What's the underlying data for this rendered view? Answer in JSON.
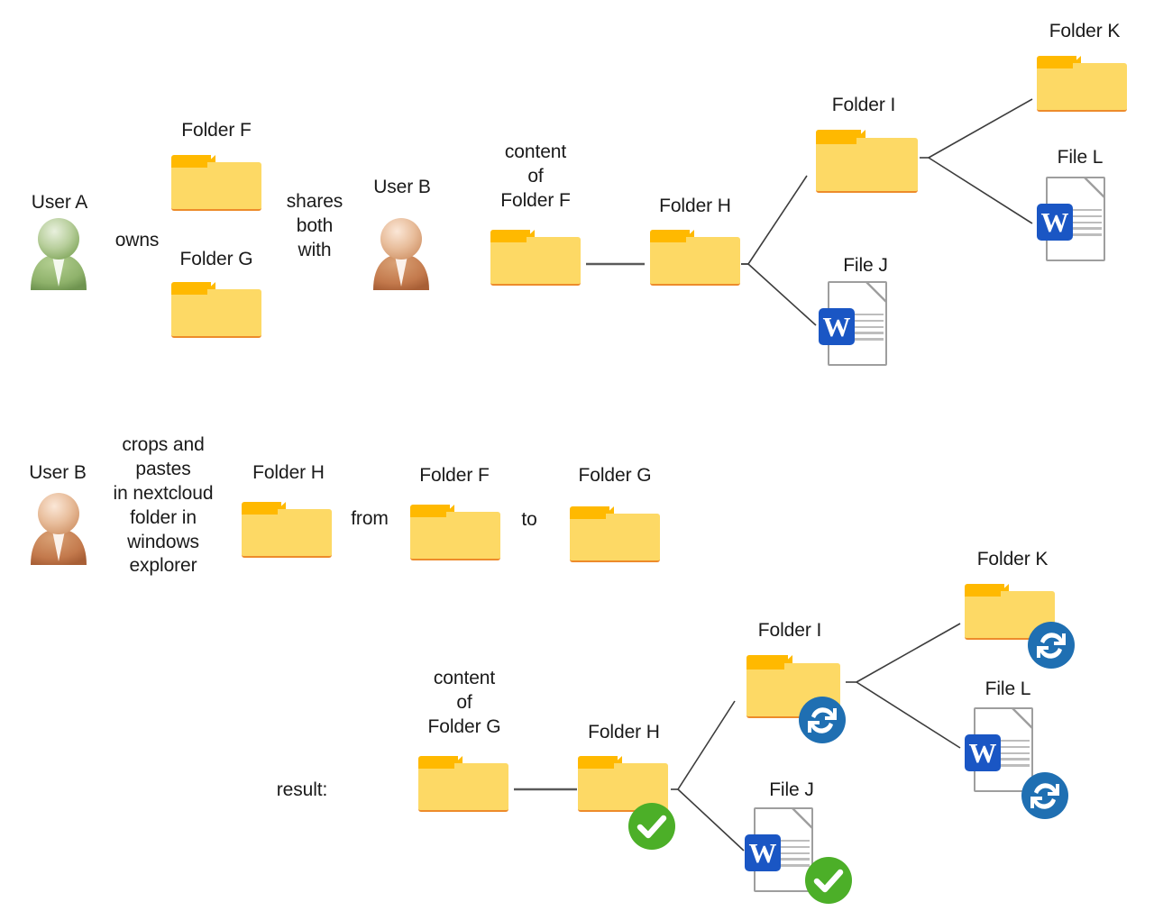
{
  "diagram": {
    "title": "Nextcloud share move behaviour diagram",
    "colors": {
      "folder_tab": "#ffb900",
      "folder_body": "#fdd965",
      "folder_edge": "#ed8b2b",
      "word_blue": "#1a56c4",
      "sync_blue": "#1f6fb2",
      "check_green": "#4caf28",
      "user_a_green": "#86a96a",
      "user_b_brown": "#c1794c",
      "connector": "#3c3c3c",
      "text": "#1a1a1a"
    },
    "row_top": {
      "user_a_label": "User A",
      "owns_label": "owns",
      "folder_f_label": "Folder F",
      "folder_g_label": "Folder G",
      "shares_label": "shares\nboth\nwith",
      "user_b_label": "User B",
      "content_of_folder_f_label": "content\nof\nFolder F",
      "folder_h_label": "Folder H",
      "folder_i_label": "Folder I",
      "file_j_label": "File J",
      "folder_k_label": "Folder K",
      "file_l_label": "File L",
      "word_glyph": "W"
    },
    "row_bottom": {
      "user_b_label": "User B",
      "action_label": "crops and\npastes\nin nextcloud\nfolder in\nwindows\nexplorer",
      "folder_h_label": "Folder H",
      "from_label": "from",
      "folder_f_label": "Folder F",
      "to_label": "to",
      "folder_g_label": "Folder G",
      "result_label": "result:",
      "content_of_folder_g_label": "content\nof\nFolder G",
      "folder_h2_label": "Folder H",
      "folder_i_label": "Folder I",
      "file_j_label": "File J",
      "folder_k_label": "Folder K",
      "file_l_label": "File L",
      "word_glyph": "W"
    },
    "badges": {
      "sync_name": "sync-pending-badge",
      "check_name": "sync-ok-badge"
    }
  }
}
